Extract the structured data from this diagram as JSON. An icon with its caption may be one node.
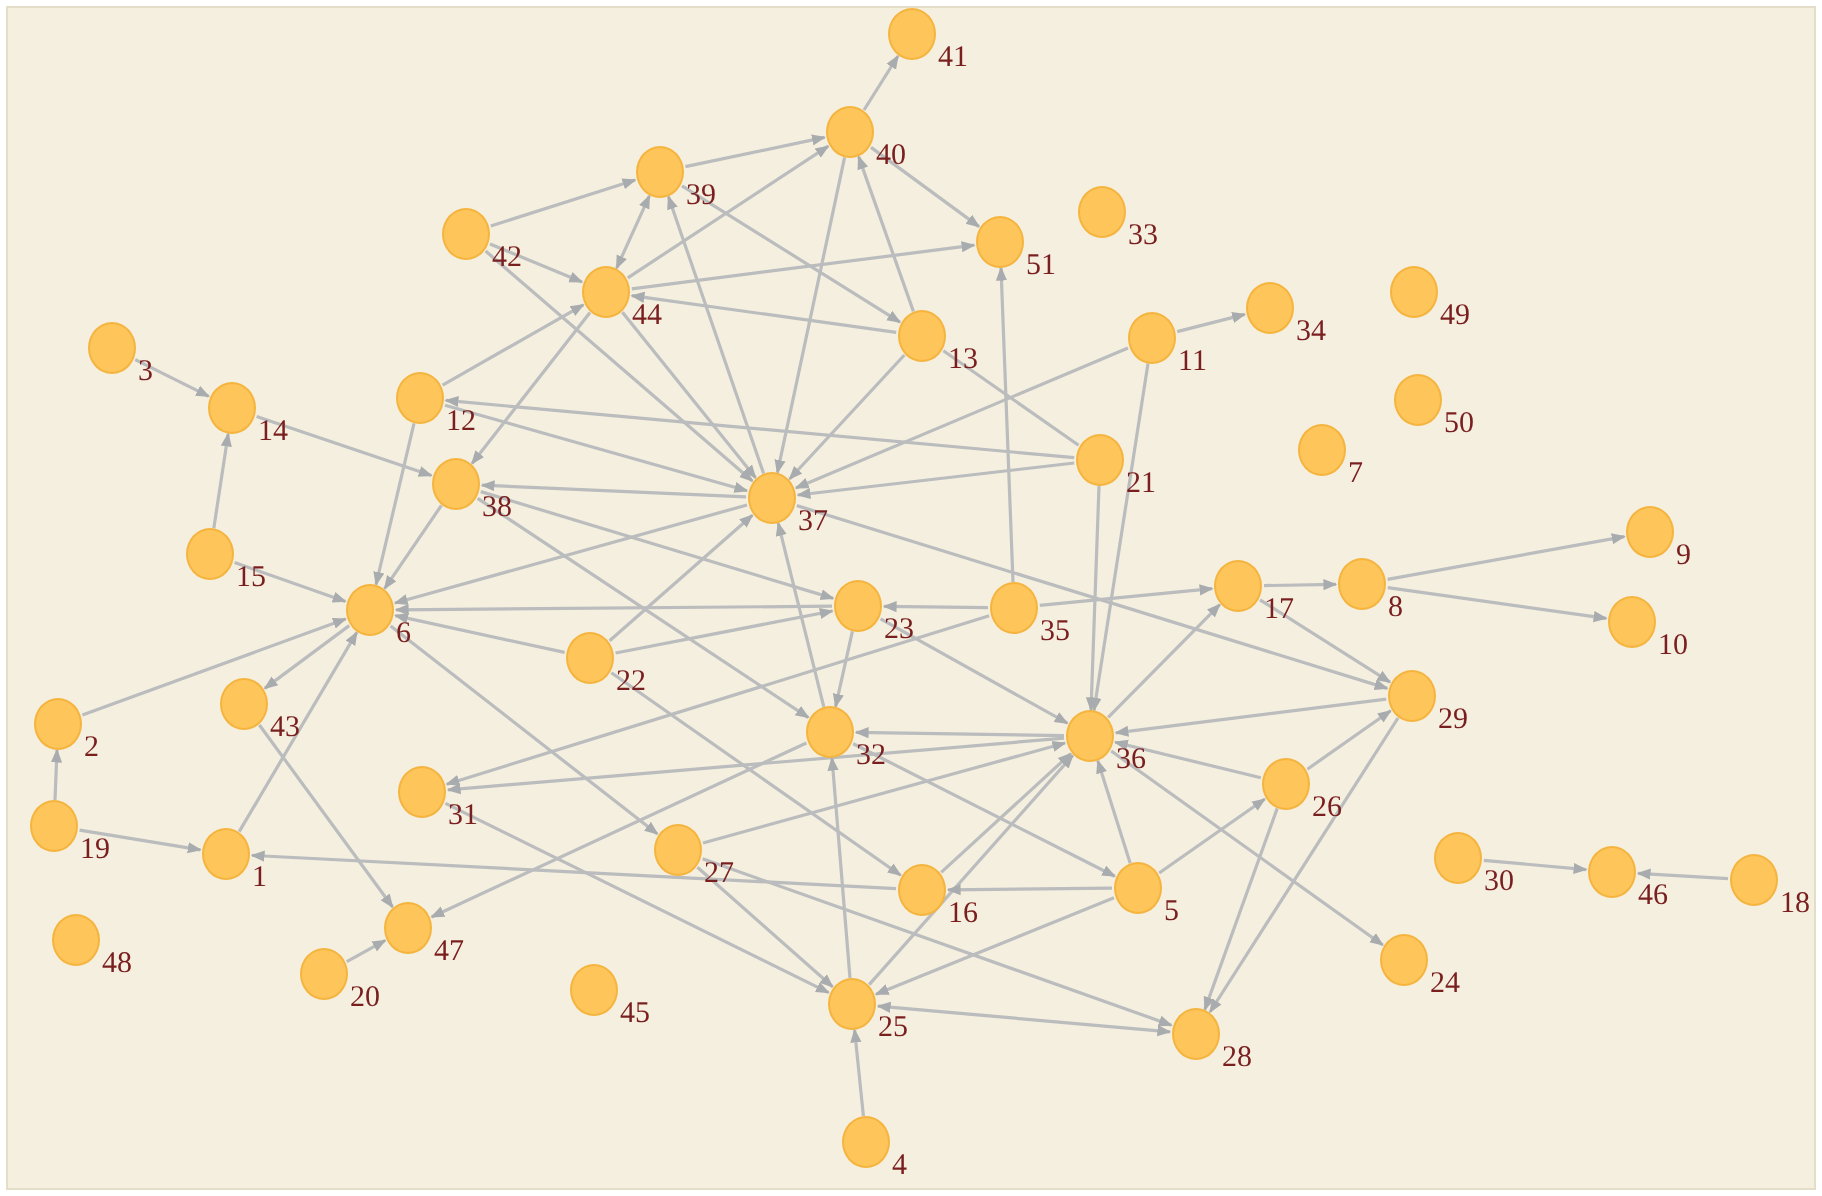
{
  "diagram": {
    "nodes": [
      {
        "text": [],
        "shape": "circle",
        "beside": [
          "1"
        ]
      },
      {
        "text": [],
        "shape": "circle",
        "beside": [
          "2"
        ]
      },
      {
        "text": [],
        "shape": "circle",
        "beside": [
          "3"
        ]
      },
      {
        "text": [],
        "shape": "circle",
        "beside": [
          "4"
        ]
      },
      {
        "text": [],
        "shape": "circle",
        "beside": [
          "5"
        ]
      },
      {
        "text": [],
        "shape": "circle",
        "beside": [
          "6"
        ]
      },
      {
        "text": [],
        "shape": "circle",
        "beside": [
          "7"
        ]
      },
      {
        "text": [],
        "shape": "circle",
        "beside": [
          "8"
        ]
      },
      {
        "text": [],
        "shape": "circle",
        "beside": [
          "9"
        ]
      },
      {
        "text": [],
        "shape": "circle",
        "beside": [
          "10"
        ]
      },
      {
        "text": [],
        "shape": "circle",
        "beside": [
          "11"
        ]
      },
      {
        "text": [],
        "shape": "circle",
        "beside": [
          "12"
        ]
      },
      {
        "text": [],
        "shape": "circle",
        "beside": [
          "13"
        ]
      },
      {
        "text": [],
        "shape": "circle",
        "beside": [
          "14"
        ]
      },
      {
        "text": [],
        "shape": "circle",
        "beside": [
          "15"
        ]
      },
      {
        "text": [],
        "shape": "circle",
        "beside": [
          "16"
        ]
      },
      {
        "text": [],
        "shape": "circle",
        "beside": [
          "17"
        ]
      },
      {
        "text": [],
        "shape": "circle",
        "beside": [
          "18"
        ]
      },
      {
        "text": [],
        "shape": "circle",
        "beside": [
          "19"
        ]
      },
      {
        "text": [],
        "shape": "circle",
        "beside": [
          "20"
        ]
      },
      {
        "text": [],
        "shape": "circle",
        "beside": [
          "21"
        ]
      },
      {
        "text": [],
        "shape": "circle",
        "beside": [
          "22"
        ]
      },
      {
        "text": [],
        "shape": "circle",
        "beside": [
          "23"
        ]
      },
      {
        "text": [],
        "shape": "circle",
        "beside": [
          "24"
        ]
      },
      {
        "text": [],
        "shape": "circle",
        "beside": [
          "25"
        ]
      },
      {
        "text": [],
        "shape": "circle",
        "beside": [
          "26"
        ]
      },
      {
        "text": [],
        "shape": "circle",
        "beside": [
          "27"
        ]
      },
      {
        "text": [],
        "shape": "circle",
        "beside": [
          "28"
        ]
      },
      {
        "text": [],
        "shape": "circle",
        "beside": [
          "29"
        ]
      },
      {
        "text": [],
        "shape": "circle",
        "beside": [
          "30"
        ]
      },
      {
        "text": [],
        "shape": "circle",
        "beside": [
          "31"
        ]
      },
      {
        "text": [],
        "shape": "circle",
        "beside": [
          "32"
        ]
      },
      {
        "text": [],
        "shape": "circle",
        "beside": [
          "33"
        ]
      },
      {
        "text": [],
        "shape": "circle",
        "beside": [
          "34"
        ]
      },
      {
        "text": [],
        "shape": "circle",
        "beside": [
          "35"
        ]
      },
      {
        "text": [],
        "shape": "circle",
        "beside": [
          "36"
        ]
      },
      {
        "text": [],
        "shape": "circle",
        "beside": [
          "37"
        ]
      },
      {
        "text": [],
        "shape": "circle",
        "beside": [
          "38"
        ]
      },
      {
        "text": [],
        "shape": "circle",
        "beside": [
          "39"
        ]
      },
      {
        "text": [],
        "shape": "circle",
        "beside": [
          "40"
        ]
      },
      {
        "text": [],
        "shape": "circle",
        "beside": [
          "41"
        ]
      },
      {
        "text": [],
        "shape": "circle",
        "beside": [
          "42"
        ]
      },
      {
        "text": [],
        "shape": "circle",
        "beside": [
          "43"
        ]
      },
      {
        "text": [],
        "shape": "circle",
        "beside": [
          "44"
        ]
      },
      {
        "text": [],
        "shape": "circle",
        "beside": [
          "45"
        ]
      },
      {
        "text": [],
        "shape": "circle",
        "beside": [
          "46"
        ]
      },
      {
        "text": [],
        "shape": "circle",
        "beside": [
          "47"
        ]
      },
      {
        "text": [],
        "shape": "circle",
        "beside": [
          "48"
        ]
      },
      {
        "text": [],
        "shape": "circle",
        "beside": [
          "49"
        ]
      },
      {
        "text": [],
        "shape": "circle",
        "beside": [
          "50"
        ]
      },
      {
        "text": [],
        "shape": "circle",
        "beside": [
          "51"
        ]
      }
    ],
    "edges": [
      {
        "from": 2,
        "to": 13,
        "arrow": "to"
      },
      {
        "from": 14,
        "to": 13,
        "arrow": "to"
      },
      {
        "from": 13,
        "to": 37,
        "arrow": "to"
      },
      {
        "from": 41,
        "to": 38,
        "arrow": "to"
      },
      {
        "from": 41,
        "to": 43,
        "arrow": "to"
      },
      {
        "from": 11,
        "to": 43,
        "arrow": "to"
      },
      {
        "from": 11,
        "to": 5,
        "arrow": "to"
      },
      {
        "from": 37,
        "to": 5,
        "arrow": "to"
      },
      {
        "from": 43,
        "to": 37,
        "arrow": "to"
      },
      {
        "from": 43,
        "to": 38,
        "arrow": "both"
      },
      {
        "from": 43,
        "to": 39,
        "arrow": "to"
      },
      {
        "from": 43,
        "to": 50,
        "arrow": "to"
      },
      {
        "from": 12,
        "to": 43,
        "arrow": "to"
      },
      {
        "from": 12,
        "to": 39,
        "arrow": "to"
      },
      {
        "from": 38,
        "to": 39,
        "arrow": "to"
      },
      {
        "from": 39,
        "to": 40,
        "arrow": "to"
      },
      {
        "from": 39,
        "to": 50,
        "arrow": "to"
      },
      {
        "from": 39,
        "to": 36,
        "arrow": "to"
      },
      {
        "from": 36,
        "to": 38,
        "arrow": "to"
      },
      {
        "from": 38,
        "to": 12,
        "arrow": "to"
      },
      {
        "from": 41,
        "to": 36,
        "arrow": "to"
      },
      {
        "from": 43,
        "to": 36,
        "arrow": "to"
      },
      {
        "from": 12,
        "to": 36,
        "arrow": "to"
      },
      {
        "from": 10,
        "to": 36,
        "arrow": "to"
      },
      {
        "from": 20,
        "to": 36,
        "arrow": "to"
      },
      {
        "from": 20,
        "to": 11,
        "arrow": "to"
      },
      {
        "from": 36,
        "to": 37,
        "arrow": "to"
      },
      {
        "from": 11,
        "to": 36,
        "arrow": "to"
      },
      {
        "from": 37,
        "to": 22,
        "arrow": "to"
      },
      {
        "from": 37,
        "to": 31,
        "arrow": "to"
      },
      {
        "from": 36,
        "to": 5,
        "arrow": "to"
      },
      {
        "from": 22,
        "to": 5,
        "arrow": "to"
      },
      {
        "from": 21,
        "to": 5,
        "arrow": "to"
      },
      {
        "from": 14,
        "to": 5,
        "arrow": "to"
      },
      {
        "from": 1,
        "to": 5,
        "arrow": "to"
      },
      {
        "from": 0,
        "to": 5,
        "arrow": "to"
      },
      {
        "from": 5,
        "to": 42,
        "arrow": "to"
      },
      {
        "from": 42,
        "to": 46,
        "arrow": "to"
      },
      {
        "from": 19,
        "to": 46,
        "arrow": "to"
      },
      {
        "from": 18,
        "to": 1,
        "arrow": "to"
      },
      {
        "from": 18,
        "to": 0,
        "arrow": "to"
      },
      {
        "from": 15,
        "to": 0,
        "arrow": "to"
      },
      {
        "from": 5,
        "to": 26,
        "arrow": "to"
      },
      {
        "from": 30,
        "to": 24,
        "arrow": "to"
      },
      {
        "from": 26,
        "to": 24,
        "arrow": "to"
      },
      {
        "from": 26,
        "to": 27,
        "arrow": "to"
      },
      {
        "from": 26,
        "to": 35,
        "arrow": "to"
      },
      {
        "from": 21,
        "to": 22,
        "arrow": "to"
      },
      {
        "from": 21,
        "to": 36,
        "arrow": "to"
      },
      {
        "from": 21,
        "to": 15,
        "arrow": "to"
      },
      {
        "from": 22,
        "to": 31,
        "arrow": "to"
      },
      {
        "from": 22,
        "to": 35,
        "arrow": "to"
      },
      {
        "from": 34,
        "to": 22,
        "arrow": "to"
      },
      {
        "from": 34,
        "to": 30,
        "arrow": "to"
      },
      {
        "from": 35,
        "to": 30,
        "arrow": "to"
      },
      {
        "from": 31,
        "to": 46,
        "arrow": "to"
      },
      {
        "from": 31,
        "to": 36,
        "arrow": "to"
      },
      {
        "from": 24,
        "to": 31,
        "arrow": "to"
      },
      {
        "from": 35,
        "to": 31,
        "arrow": "to"
      },
      {
        "from": 31,
        "to": 4,
        "arrow": "to"
      },
      {
        "from": 15,
        "to": 35,
        "arrow": "to"
      },
      {
        "from": 24,
        "to": 35,
        "arrow": "to"
      },
      {
        "from": 4,
        "to": 35,
        "arrow": "to"
      },
      {
        "from": 4,
        "to": 24,
        "arrow": "to"
      },
      {
        "from": 4,
        "to": 15,
        "arrow": "to"
      },
      {
        "from": 4,
        "to": 25,
        "arrow": "to"
      },
      {
        "from": 35,
        "to": 23,
        "arrow": "to"
      },
      {
        "from": 24,
        "to": 27,
        "arrow": "both"
      },
      {
        "from": 25,
        "to": 27,
        "arrow": "to"
      },
      {
        "from": 28,
        "to": 27,
        "arrow": "to"
      },
      {
        "from": 25,
        "to": 35,
        "arrow": "to"
      },
      {
        "from": 28,
        "to": 35,
        "arrow": "to"
      },
      {
        "from": 16,
        "to": 28,
        "arrow": "to"
      },
      {
        "from": 36,
        "to": 28,
        "arrow": "to"
      },
      {
        "from": 25,
        "to": 28,
        "arrow": "to"
      },
      {
        "from": 20,
        "to": 35,
        "arrow": "to"
      },
      {
        "from": 10,
        "to": 35,
        "arrow": "to"
      },
      {
        "from": 34,
        "to": 50,
        "arrow": "to"
      },
      {
        "from": 16,
        "to": 7,
        "arrow": "to"
      },
      {
        "from": 7,
        "to": 8,
        "arrow": "to"
      },
      {
        "from": 7,
        "to": 9,
        "arrow": "to"
      },
      {
        "from": 35,
        "to": 16,
        "arrow": "to"
      },
      {
        "from": 34,
        "to": 16,
        "arrow": "to"
      },
      {
        "from": 10,
        "to": 33,
        "arrow": "to"
      },
      {
        "from": 29,
        "to": 45,
        "arrow": "to"
      },
      {
        "from": 17,
        "to": 45,
        "arrow": "to"
      },
      {
        "from": 3,
        "to": 24,
        "arrow": "to"
      },
      {
        "from": 12,
        "to": 20,
        "arrow": "none"
      }
    ]
  }
}
